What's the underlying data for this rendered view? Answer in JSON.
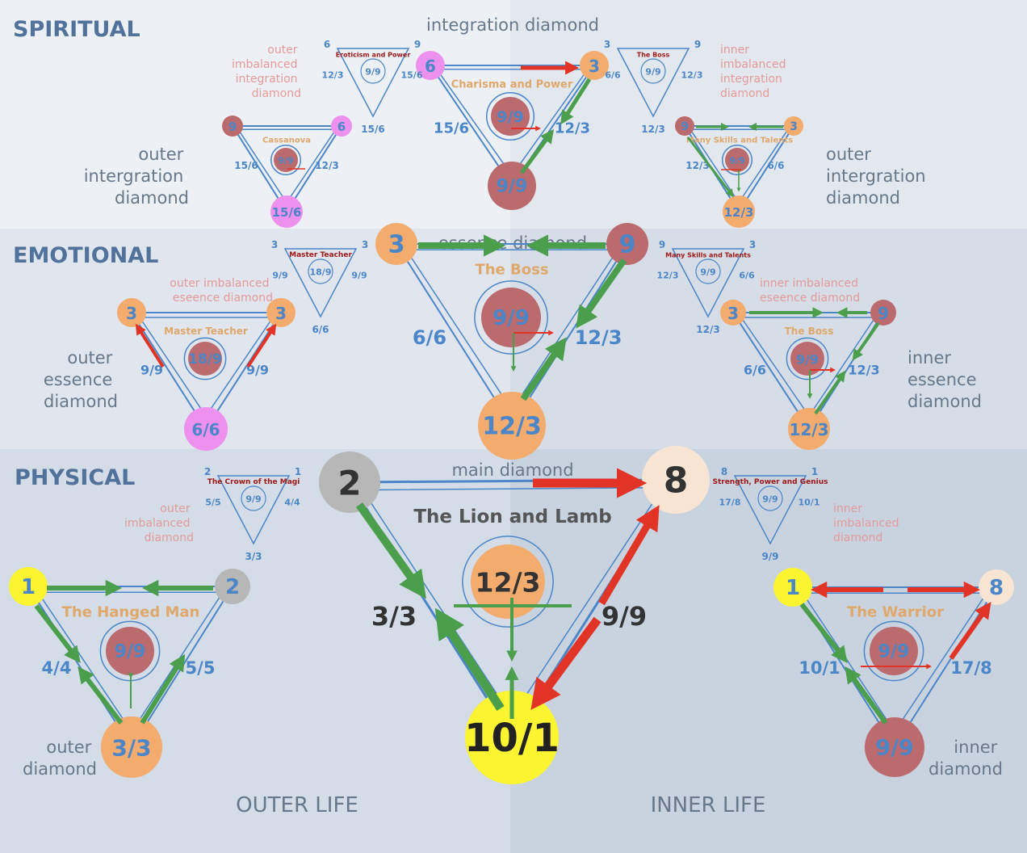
{
  "bands": {
    "spiritual": "SPIRITUAL",
    "emotional": "EMOTIONAL",
    "physical": "PHYSICAL"
  },
  "captions": {
    "integration_diamond": "integration diamond",
    "essence_diamond": "essence diamond",
    "main_diamond": "main diamond",
    "outer_life": "OUTER LIFE",
    "inner_life": "INNER LIFE",
    "outer_integration": [
      "outer",
      "intergration",
      "diamond"
    ],
    "inner_integration": [
      "outer",
      "intergration",
      "diamond"
    ],
    "outer_essence": [
      "outer",
      "essence",
      "diamond"
    ],
    "inner_essence": [
      "inner",
      "essence",
      "diamond"
    ],
    "outer_diamond": [
      "outer",
      "diamond"
    ],
    "inner_diamond": [
      "inner",
      "diamond"
    ],
    "outer_imb_integration": [
      "outer",
      "imbalanced",
      "integration",
      "diamond"
    ],
    "inner_imb_integration": [
      "inner",
      "imbalanced",
      "integration",
      "diamond"
    ],
    "outer_imb_essence": [
      "outer imbalanced",
      "eseence diamond"
    ],
    "inner_imb_essence": [
      "inner imbalanced",
      "eseence diamond"
    ],
    "outer_imb_main": [
      "outer",
      "imbalanced",
      "diamond"
    ],
    "inner_imb_main": [
      "inner",
      "imbalanced",
      "diamond"
    ]
  },
  "main": {
    "title": "The Lion and Lamb",
    "left": "2",
    "right": "8",
    "center": "12/3",
    "bottom": "10/1",
    "left_side": "3/3",
    "right_side": "9/9"
  },
  "outer_main": {
    "title": "The Hanged Man",
    "left": "1",
    "right": "2",
    "center": "9/9",
    "bottom": "3/3",
    "left_side": "4/4",
    "right_side": "5/5"
  },
  "inner_main": {
    "title": "The Warrior",
    "left": "1",
    "right": "8",
    "center": "9/9",
    "bottom": "9/9",
    "left_side": "10/1",
    "right_side": "17/8"
  },
  "essence": {
    "title": "The Boss",
    "left": "3",
    "right": "9",
    "center": "9/9",
    "bottom": "12/3",
    "left_side": "6/6",
    "right_side": "12/3"
  },
  "outer_essence": {
    "title": "Master Teacher",
    "left": "3",
    "right": "3",
    "center": "18/9",
    "bottom": "6/6",
    "left_side": "9/9",
    "right_side": "9/9"
  },
  "inner_essence": {
    "title": "The Boss",
    "left": "3",
    "right": "9",
    "center": "9/9",
    "bottom": "12/3",
    "left_side": "6/6",
    "right_side": "12/3"
  },
  "integration": {
    "title": "Charisma and Power",
    "left": "6",
    "right": "3",
    "center": "9/9",
    "bottom": "9/9",
    "left_side": "15/6",
    "right_side": "12/3"
  },
  "outer_integration": {
    "title": "Cassanova",
    "left": "9",
    "right": "6",
    "center": "9/9",
    "bottom": "15/6",
    "left_side": "15/6",
    "right_side": "12/3"
  },
  "inner_integration": {
    "title": "Many Skills and Talents",
    "left": "9",
    "right": "3",
    "center": "9/9",
    "bottom": "12/3",
    "left_side": "12/3",
    "right_side": "6/6"
  },
  "imb_outer_integration": {
    "title": "Eroticism and Power",
    "left": "6",
    "right": "9",
    "center": "9/9",
    "bottom": "15/6",
    "left_side": "12/3",
    "right_side": "15/6"
  },
  "imb_inner_integration": {
    "title": "The Boss",
    "left": "3",
    "right": "9",
    "center": "9/9",
    "bottom": "12/3",
    "left_side": "6/6",
    "right_side": "12/3"
  },
  "imb_outer_essence": {
    "title": "Master Teacher",
    "left": "3",
    "right": "3",
    "center": "18/9",
    "bottom": "6/6",
    "left_side": "9/9",
    "right_side": "9/9"
  },
  "imb_inner_essence": {
    "title": "Many Skills and Talents",
    "left": "9",
    "right": "3",
    "center": "9/9",
    "bottom": "12/3",
    "left_side": "12/3",
    "right_side": "6/6"
  },
  "imb_outer_main": {
    "title": "The Crown of the Magi",
    "left": "2",
    "right": "1",
    "center": "9/9",
    "bottom": "3/3",
    "left_side": "5/5",
    "right_side": "4/4"
  },
  "imb_inner_main": {
    "title": "Strength, Power and Genius",
    "left": "8",
    "right": "1",
    "center": "9/9",
    "bottom": "9/9",
    "left_side": "17/8",
    "right_side": "10/1"
  },
  "colors": {
    "green": "#4a9e4c",
    "red": "#e23426",
    "blue_line": "#4a86c8",
    "orange": "#f3ab6e",
    "maroon": "#bb6a6d",
    "yellow": "#fbf431",
    "gray": "#b7b7b7",
    "peach": "#f8e4d2",
    "pink": "#ee90ee"
  }
}
